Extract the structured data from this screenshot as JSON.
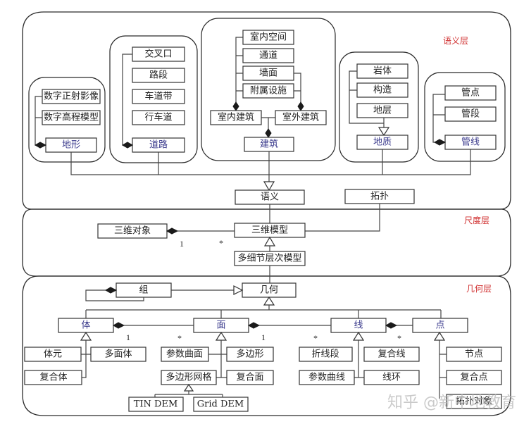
{
  "layers": {
    "semantic": "语义层",
    "scale": "尺度层",
    "geometry": "几何层"
  },
  "semantic": {
    "terrain": {
      "parent": "地形",
      "children": [
        "数字正射影像",
        "数字高程模型"
      ]
    },
    "road": {
      "parent": "道路",
      "children": [
        "交叉口",
        "路段",
        "车道带",
        "行车道"
      ]
    },
    "building": {
      "parent": "建筑",
      "parts": [
        "室内空间",
        "通道",
        "墙面",
        "附属设施"
      ],
      "indoor": "室内建筑",
      "outdoor": "室外建筑"
    },
    "geology": {
      "parent": "地质",
      "children": [
        "岩体",
        "构造",
        "地层"
      ]
    },
    "pipeline": {
      "parent": "管线",
      "children": [
        "管点",
        "管段"
      ]
    },
    "semantics": "语义",
    "topology": "拓扑"
  },
  "scale": {
    "object3d": "三维对象",
    "model3d": "三维模型",
    "lod": "多细节层次模型",
    "mult_one": "1",
    "mult_many": "*"
  },
  "geometry": {
    "group": "组",
    "geometry": "几何",
    "solid": {
      "name": "体",
      "children": [
        "体元",
        "多面体",
        "复合体"
      ]
    },
    "surface": {
      "name": "面",
      "children": [
        "参数曲面",
        "多边形",
        "多边形网格",
        "复合面"
      ]
    },
    "mesh_children": [
      "TIN DEM",
      "Grid DEM"
    ],
    "line": {
      "name": "线",
      "children": [
        "折线段",
        "复合线",
        "参数曲线",
        "线环"
      ]
    },
    "point": {
      "name": "点",
      "children": [
        "节点",
        "复合点",
        "拓扑对象"
      ]
    },
    "mult": [
      "1",
      "*",
      "1",
      "*",
      "*"
    ]
  },
  "watermark": "知乎 @新中地教育"
}
